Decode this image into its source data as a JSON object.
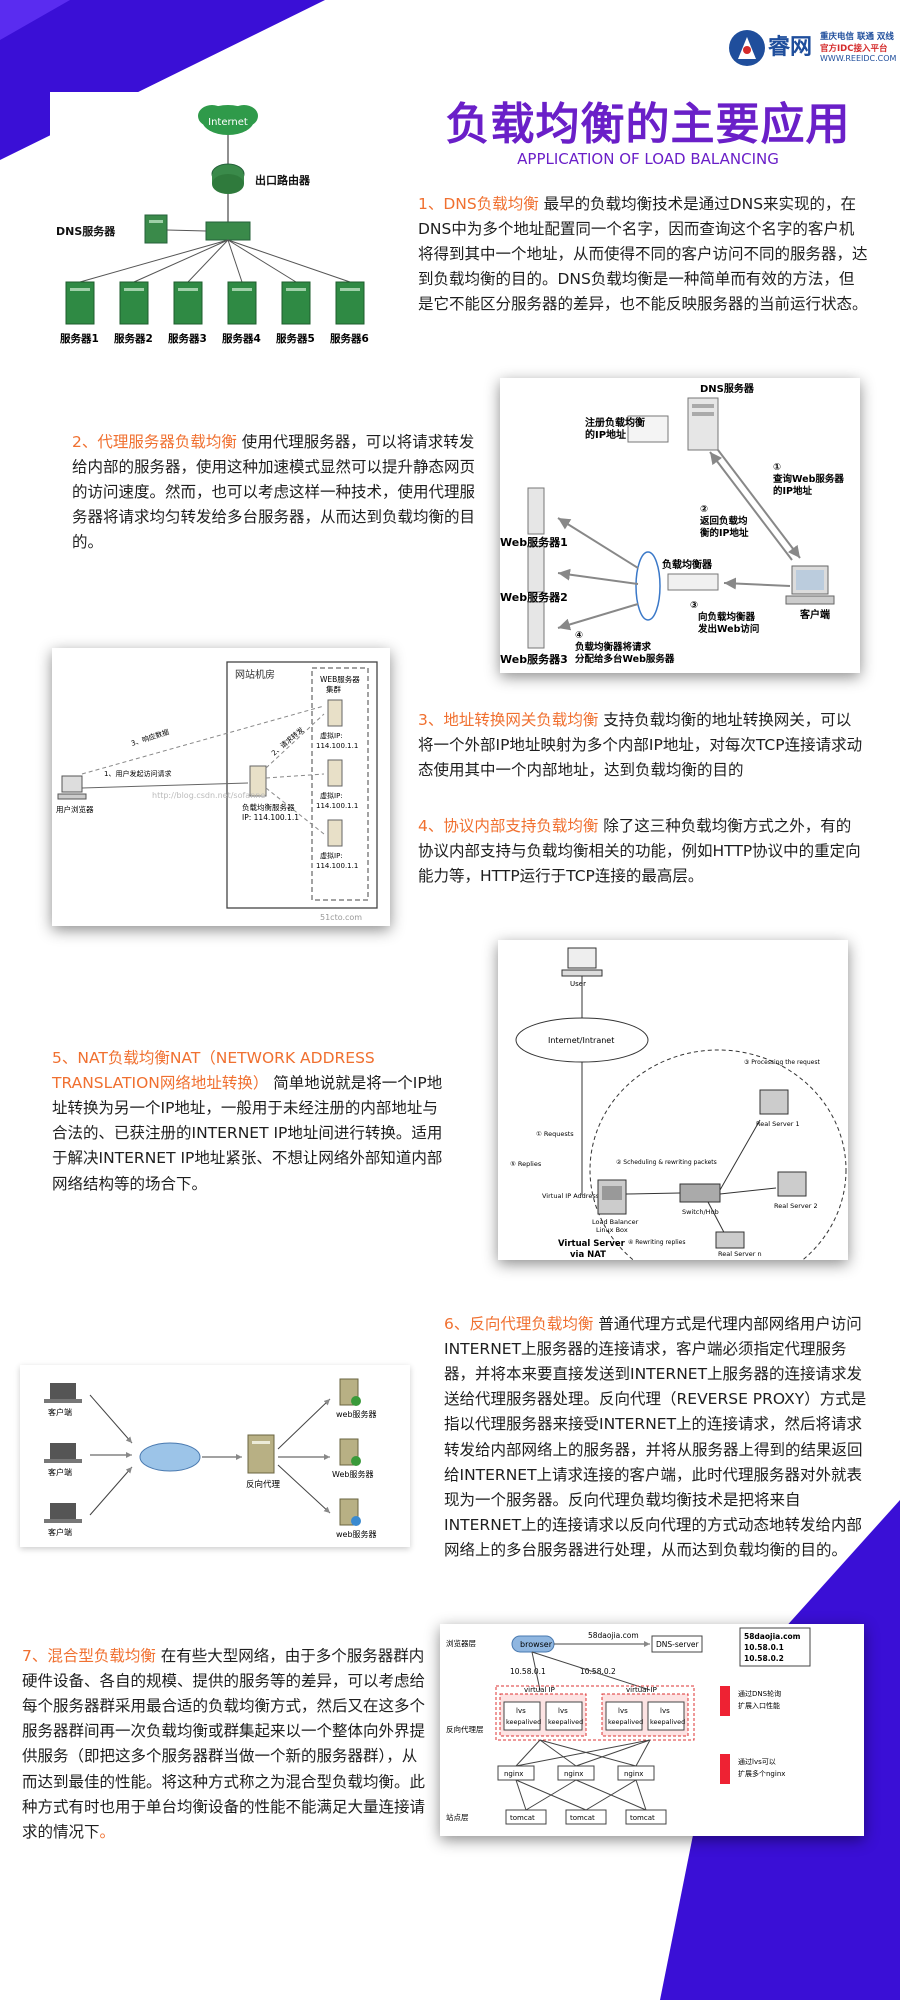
{
  "brand": {
    "name": "睿网",
    "line1": "重庆电信 联通 双线",
    "line2": "官方IDC接入平台",
    "url": "WWW.REEIDC.COM",
    "color": "#1f4e9c",
    "accent": "#d42b2b"
  },
  "header": {
    "title": "负载均衡的主要应用",
    "subtitle": "APPLICATION OF LOAD BALANCING",
    "title_color": "#6a1fc8"
  },
  "colors": {
    "purple": "#3a0fd6",
    "highlight": "#f07030"
  },
  "sections": [
    {
      "title": "1、DNS负载均衡",
      "body": " 最早的负载均衡技术是通过DNS来实现的，在DNS中为多个地址配置同一个名字，因而查询这个名字的客户机将得到其中一个地址，从而使得不同的客户访问不同的服务器，达到负载均衡的目的。DNS负载均衡是一种简单而有效的方法，但是它不能区分服务器的差异，也不能反映服务器的当前运行状态。"
    },
    {
      "title": "2、代理服务器负载均衡",
      "body": " 使用代理服务器，可以将请求转发给内部的服务器，使用这种加速模式显然可以提升静态网页的访问速度。然而，也可以考虑这样一种技术，使用代理服务器将请求均匀转发给多台服务器，从而达到负载均衡的目的。"
    },
    {
      "title": "3、地址转换网关负载均衡",
      "body": " 支持负载均衡的地址转换网关，可以将一个外部IP地址映射为多个内部IP地址，对每次TCP连接请求动态使用其中一个内部地址，达到负载均衡的目的"
    },
    {
      "title": "4、协议内部支持负载均衡",
      "body": " 除了这三种负载均衡方式之外，有的协议内部支持与负载均衡相关的功能，例如HTTP协议中的重定向能力等，HTTP运行于TCP连接的最高层。"
    },
    {
      "title": "5、NAT负载均衡NAT（NETWORK ADDRESS TRANSLATION网络地址转换）",
      "body": " 简单地说就是将一个IP地址转换为另一个IP地址，一般用于未经注册的内部地址与合法的、已获注册的INTERNET IP地址间进行转换。适用于解决INTERNET IP地址紧张、不想让网络外部知道内部网络结构等的场合下。"
    },
    {
      "title": "6、反向代理负载均衡",
      "body": " 普通代理方式是代理内部网络用户访问INTERNET上服务器的连接请求，客户端必须指定代理服务器，并将本来要直接发送到INTERNET上服务器的连接请求发送给代理服务器处理。反向代理（REVERSE PROXY）方式是指以代理服务器来接受INTERNET上的连接请求，然后将请求转发给内部网络上的服务器，并将从服务器上得到的结果返回给INTERNET上请求连接的客户端，此时代理服务器对外就表现为一个服务器。反向代理负载均衡技术是把将来自INTERNET上的连接请求以反向代理的方式动态地转发给内部网络上的多台服务器进行处理，从而达到负载均衡的目的。"
    },
    {
      "title": "7、混合型负载均衡",
      "body": " 在有些大型网络，由于多个服务器群内硬件设备、各自的规模、提供的服务等的差异，可以考虑给每个服务器群采用最合适的负载均衡方式，然后又在这多个服务器群间再一次负载均衡或群集起来以一个整体向外界提供服务（即把这多个服务器群当做一个新的服务器群），从而达到最佳的性能。将这种方式称之为混合型负载均衡。此种方式有时也用于单台均衡设备的性能不能满足大量连接请求的情况下",
      "end": "。"
    }
  ],
  "fig1": {
    "internet": "Internet",
    "router": "出口路由器",
    "dns": "DNS服务器",
    "servers": [
      "服务器1",
      "服务器2",
      "服务器3",
      "服务器4",
      "服务器5",
      "服务器6"
    ]
  },
  "fig2": {
    "dns": "DNS服务器",
    "register": [
      "注册负载均衡",
      "的IP地址"
    ],
    "step1": [
      "①",
      "查询Web服务器",
      "的IP地址"
    ],
    "step2": [
      "②",
      "返回负载均",
      "衡的IP地址"
    ],
    "step3": [
      "③",
      "向负载均衡器",
      "发出Web访问"
    ],
    "step4": [
      "④",
      "负载均衡器将请求",
      "分配给多台Web服务器"
    ],
    "lb": "负载均衡器",
    "client": "客户端",
    "webs": [
      "Web服务器1",
      "Web服务器2",
      "Web服务器3"
    ]
  },
  "fig3": {
    "room": "网站机房",
    "cluster": [
      "WEB服务器",
      "集群"
    ],
    "vip_label": "虚拟IP:",
    "vip": "114.100.1.1",
    "lb": "负载均衡服务器",
    "lb_ip": "IP: 114.100.1.1",
    "browser": "用户浏览器",
    "req": "1、用户发起访问请求",
    "fwd": "2、请求转发",
    "resp": "3、响应数据",
    "wm1": "http://blog.csdn.net/sofanne",
    "wm2": "51cto.com"
  },
  "fig4": {
    "user": "User",
    "internet": "Internet/Intranet",
    "step1": "① Requests",
    "step2": "② Scheduling & rewriting packets",
    "step3": "③ Processing the request",
    "step4": "④ Rewriting replies",
    "step5": "⑤ Replies",
    "vip": "Virtual IP Address",
    "lb": [
      "Load Balancer",
      "Linux Box"
    ],
    "switch": "Switch/Hub",
    "servers": [
      "Real Server 1",
      "Real Server 2",
      "Real Server n"
    ],
    "caption": [
      "Virtual Server",
      "via NAT"
    ]
  },
  "fig5": {
    "clients": [
      "客户端",
      "客户端",
      "客户端"
    ],
    "proxy": "反向代理",
    "servers": [
      "web服务器",
      "Web服务器",
      "web服务器"
    ]
  },
  "fig6": {
    "layers": [
      "浏览器层",
      "反向代理层",
      "站点层"
    ],
    "browser": "browser",
    "domain": "58daojia.com",
    "dns_server": "DNS-server",
    "ips": [
      "58daojia.com",
      "10.58.0.1",
      "10.58.0.2"
    ],
    "ip1": "10.58.0.1",
    "ip2": "10.58.0.2",
    "vip": "virtual IP",
    "lvs": [
      "lvs",
      "keepalived"
    ],
    "note1": [
      "通过DNS轮询",
      "扩展入口性能"
    ],
    "note2": [
      "通过lvs可以",
      "扩展多个nginx"
    ],
    "nginx": "nginx",
    "tomcat": "tomcat"
  }
}
